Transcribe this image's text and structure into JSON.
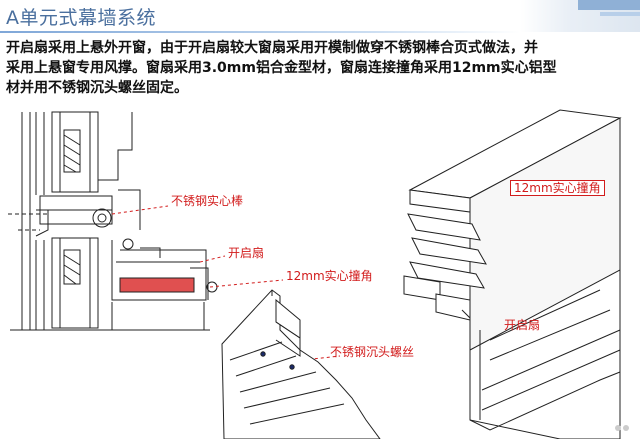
{
  "slide": {
    "title": "A单元式幕墙系统",
    "paragraph_lines": [
      "开启扇采用上悬外开窗，由于开启扇较大窗扇采用开模制做穿不锈钢棒合页式做法，并",
      "采用上悬窗专用风撑。窗扇采用3.0mm铝合金型材，窗扇连接撞角采用12mm实心铝型",
      "材并用不锈钢沉头螺丝固定。"
    ]
  },
  "labels": {
    "stainless_rod": "不锈钢实心棒",
    "sash_left": "开启扇",
    "corner_left": "12mm实心撞角",
    "corner_right": "12mm实心撞角",
    "sash_right": "开启扇",
    "screw": "不锈钢沉头螺丝"
  },
  "colors": {
    "title": "#4a6f9e",
    "label_red": "#d21c1c",
    "filled_block": "#e05050",
    "line": "#222222"
  }
}
